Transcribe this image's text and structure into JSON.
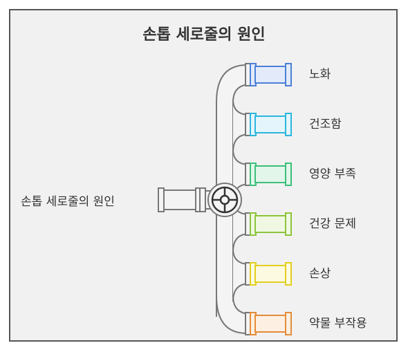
{
  "title": "손톱 세로줄의 원인",
  "root_label": "손톱 세로줄의 원인",
  "branches": [
    {
      "label": "노화",
      "fill": "#e3ebfa",
      "stroke": "#4a7fd8"
    },
    {
      "label": "건조함",
      "fill": "#e4f6fc",
      "stroke": "#2bb6dd"
    },
    {
      "label": "영양 부족",
      "fill": "#e2f6ea",
      "stroke": "#3cbf7a"
    },
    {
      "label": "건강 문제",
      "fill": "#f0f8e4",
      "stroke": "#8cc43a"
    },
    {
      "label": "손상",
      "fill": "#fcfbe2",
      "stroke": "#e3cf1c"
    },
    {
      "label": "약물 부작용",
      "fill": "#fdf0e2",
      "stroke": "#e48c38"
    }
  ],
  "colors": {
    "pipe_fill": "#f4f4f4",
    "pipe_stroke": "#777777",
    "valve_stroke": "#333333",
    "frame_bg": "#f1f1f1",
    "frame_border": "#555555"
  }
}
